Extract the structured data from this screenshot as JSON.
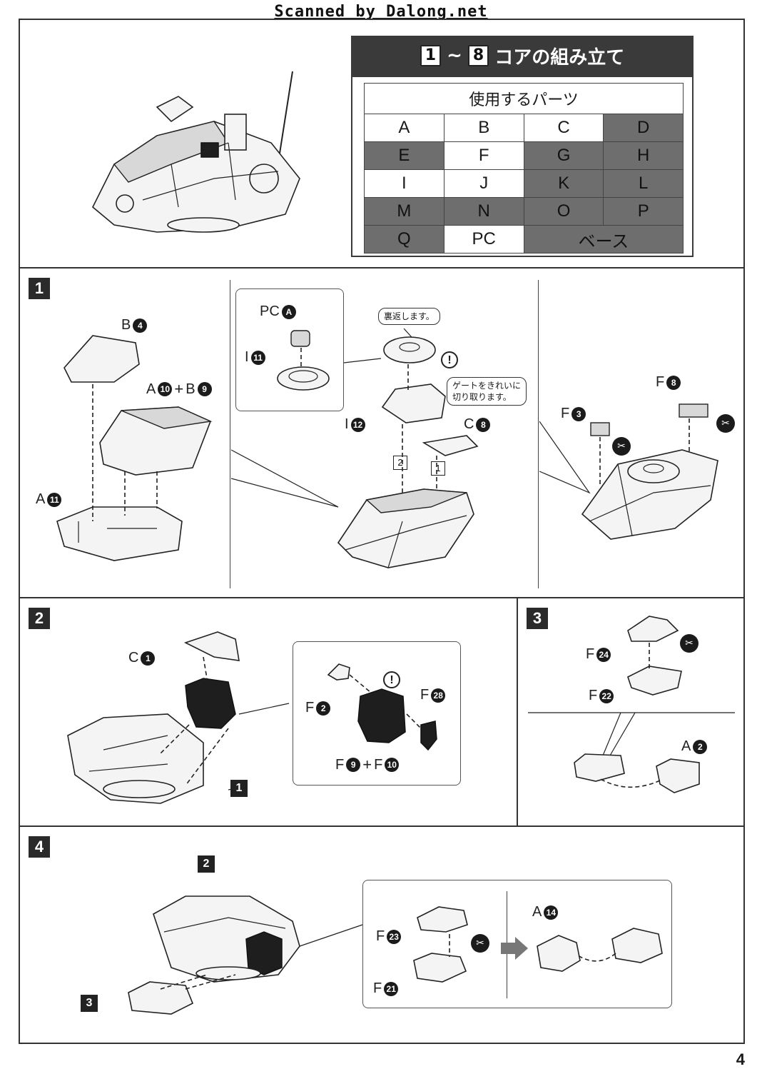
{
  "header": "Scanned by Dalong.net",
  "title": {
    "from": "1",
    "tilde": "~",
    "to": "8",
    "text": "コアの組み立て"
  },
  "parts_table": {
    "heading": "使用するパーツ",
    "rows": [
      [
        {
          "t": "A",
          "d": false
        },
        {
          "t": "B",
          "d": false
        },
        {
          "t": "C",
          "d": false
        },
        {
          "t": "D",
          "d": true
        }
      ],
      [
        {
          "t": "E",
          "d": true
        },
        {
          "t": "F",
          "d": false
        },
        {
          "t": "G",
          "d": true
        },
        {
          "t": "H",
          "d": true
        }
      ],
      [
        {
          "t": "I",
          "d": false
        },
        {
          "t": "J",
          "d": false
        },
        {
          "t": "K",
          "d": true
        },
        {
          "t": "L",
          "d": true
        }
      ],
      [
        {
          "t": "M",
          "d": true
        },
        {
          "t": "N",
          "d": true
        },
        {
          "t": "O",
          "d": true
        },
        {
          "t": "P",
          "d": true
        }
      ]
    ],
    "last_row": [
      {
        "t": "Q",
        "d": true
      },
      {
        "t": "PC",
        "d": false
      },
      {
        "t": "ベース",
        "d": true
      }
    ]
  },
  "steps": {
    "s1": {
      "num": "1",
      "b4": {
        "letter": "B",
        "num": "4"
      },
      "a10": {
        "letter": "A",
        "num": "10"
      },
      "plus": "+",
      "b9": {
        "letter": "B",
        "num": "9"
      },
      "a11": {
        "letter": "A",
        "num": "11"
      },
      "pca": {
        "letter": "PC",
        "num": "A"
      },
      "i11": {
        "letter": "I",
        "num": "11"
      },
      "bubble_flip": "裏返します。",
      "bubble_gate": "ゲートをきれいに\n切り取ります。",
      "i12": {
        "letter": "I",
        "num": "12"
      },
      "c8": {
        "letter": "C",
        "num": "8"
      },
      "order2": "2",
      "order1": "1",
      "f8": {
        "letter": "F",
        "num": "8"
      },
      "f3": {
        "letter": "F",
        "num": "3"
      },
      "warn": "!"
    },
    "s2": {
      "num": "2",
      "c1": {
        "letter": "C",
        "num": "1"
      },
      "ref1": "1",
      "f2": {
        "letter": "F",
        "num": "2"
      },
      "f28": {
        "letter": "F",
        "num": "28"
      },
      "f9": {
        "letter": "F",
        "num": "9"
      },
      "plus": "+",
      "f10": {
        "letter": "F",
        "num": "10"
      },
      "warn": "!"
    },
    "s3": {
      "num": "3",
      "f24": {
        "letter": "F",
        "num": "24"
      },
      "f22": {
        "letter": "F",
        "num": "22"
      },
      "a2": {
        "letter": "A",
        "num": "2"
      }
    },
    "s4": {
      "num": "4",
      "ref2": "2",
      "ref3": "3",
      "a14": {
        "letter": "A",
        "num": "14"
      },
      "f23": {
        "letter": "F",
        "num": "23"
      },
      "f21": {
        "letter": "F",
        "num": "21"
      }
    }
  },
  "page_number": "4",
  "icons": {
    "cut": "nipper-cut-icon",
    "warning": "exclamation-icon",
    "arrow": "right-arrow-icon"
  }
}
